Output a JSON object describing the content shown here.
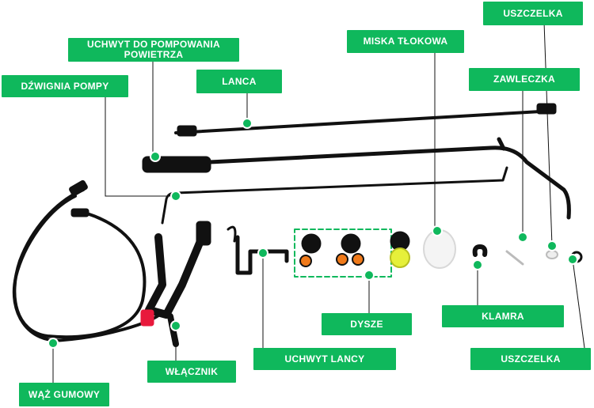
{
  "accent_color": "#0fb85c",
  "labels": {
    "uszczelka_top": "USZCZELKA",
    "uchwyt_pompowania": "UCHWYT DO POMPOWANIA POWIETRZA",
    "miska_tlokowa": "MISKA TŁOKOWA",
    "lanca": "LANCA",
    "zawleczka": "ZAWLECZKA",
    "dzwignia_pompy": "DŹWIGNIA POMPY",
    "dysze": "DYSZE",
    "klamra": "KLAMRA",
    "uchwyt_lancy": "UCHWYT LANCY",
    "uszczelka_bottom": "USZCZELKA",
    "wlacznik": "WŁĄCZNIK",
    "waz_gumowy": "WĄŻ GUMOWY"
  }
}
